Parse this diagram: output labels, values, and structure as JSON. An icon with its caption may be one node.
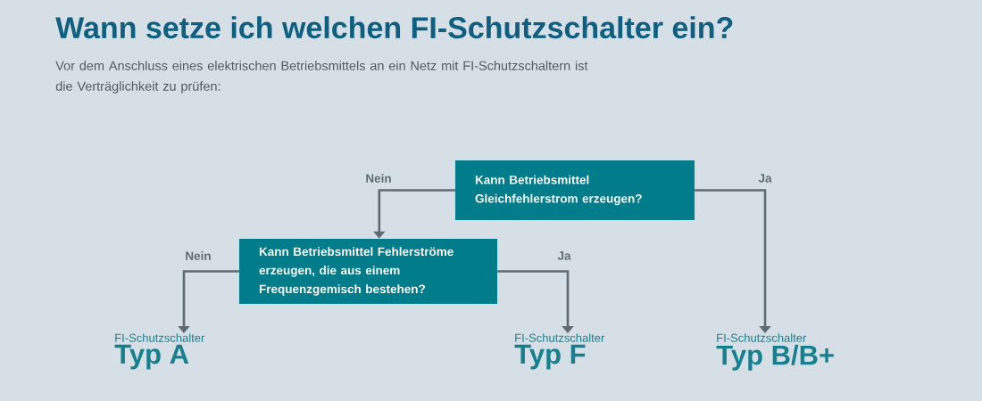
{
  "diagram": {
    "title": "Wann setze ich welchen FI-Schutzschalter ein?",
    "caption": "Vor dem Anschluss eines elektrischen Betriebsmittels an ein Netz mit FI-Schutzschaltern ist die Verträglichkeit zu prüfen:",
    "nodes": [
      {
        "text": [
          "Kann Betriebsmittel Gleichfehlerstrom erzeugen?"
        ]
      },
      {
        "text": [
          "Kann Betriebsmittel Fehlerströme erzeugen, die aus einem Frequenzgemisch bestehen?"
        ]
      },
      {
        "text": [
          "FI-Schutzschalter",
          "Typ A"
        ]
      },
      {
        "text": [
          "FI-Schutzschalter",
          "Typ F"
        ]
      },
      {
        "text": [
          "FI-Schutzschalter",
          "Typ B/B+"
        ]
      }
    ],
    "edges": [
      {
        "from": 0,
        "to": 1,
        "arrow": "to",
        "label": "Nein"
      },
      {
        "from": 0,
        "to": 4,
        "arrow": "to",
        "label": "Ja"
      },
      {
        "from": 1,
        "to": 2,
        "arrow": "to",
        "label": "Nein"
      },
      {
        "from": 1,
        "to": 3,
        "arrow": "to",
        "label": "Ja"
      }
    ]
  }
}
